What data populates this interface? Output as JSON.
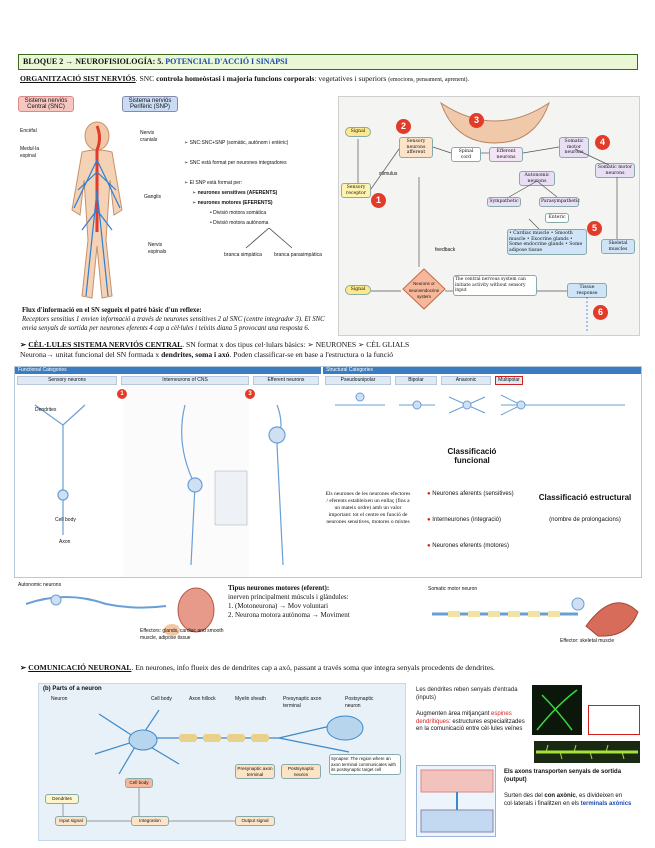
{
  "banner": {
    "prefix": "BLOQUE 2 → NEUROFISIOLOGÍA: 5. ",
    "highlight": "POTENCIAL D'ACCIÓ I SINAPSI"
  },
  "section1": {
    "title": "ORGANITZACIÓ SIST NERVIÓS",
    "text_a": ". SNC ",
    "bold": "controla homeòstasi i majoria funcions corporals",
    "text_b": ": vegetatives i superiors ",
    "small": "(emocions, pensament, aprenent)."
  },
  "ns_figure": {
    "snc_label": "Sistema nerviós Central (SNC)",
    "snp_label": "Sistema nerviós Perifèric (SNP)",
    "encefal": "Encèfal",
    "medulla": "Medul·la espinal",
    "nervis_cranials": "Nervis cranials",
    "ganglis": "Ganglis",
    "nervis_espinals": "Nervis espinals",
    "line1": "➢ SNC:SNC+SNP (somàtic, autònom i entèric)",
    "line2": "➢ SNC està format per neurones integradores",
    "line3": "➢ El SNP està format per:",
    "line4": "➢ neurones sensitives (AFERENTS)",
    "line5": "➢ neurones motores (EFERENTS)",
    "line6": "• Divisió motora somàtica",
    "line7": "• Divisió motora autònoma",
    "branch_a": "branca simpàtica",
    "branch_b": "branca parasimpàtica"
  },
  "reflex": {
    "heading": "Flux d'informació en el SN segueix el patró bàsic d'un reflexe",
    "p1": "Receptors sensitius 1 envien informació a través de neurones sensitives 2 al SNC (centre integrador 3). El SNC envia senyals de sortida per neurones eferents 4 cap a cèl·lules i teixits diana 5 provocant una resposta 6."
  },
  "reflex_diagram": {
    "badges": [
      "1",
      "2",
      "3",
      "4",
      "5",
      "6"
    ],
    "signal": "Signal",
    "sensory_receptor": "Sensory receptor",
    "sensory_neuron": "Sensory neurons afferent",
    "stimulus": "stimulus",
    "spinal_cord": "Spinal cord",
    "efferent": "Efferent neurons",
    "somatic_motor": "Somatic motor neurons",
    "autonomic": "Autonomic neurons",
    "sympathetic": "Sympathetic",
    "parasympathetic": "Parasympathetic",
    "enteric": "Enteric",
    "targets": "• Cardiac muscle • Smooth muscle • Exocrine glands • Some endocrine glands • Some adipose tissue",
    "skeletal": "Skeletal muscles",
    "neuroendocrine": "Neurons or neuroendocrine system",
    "tissue": "Tissue response",
    "feedback": "feedback",
    "signal2": "Signal",
    "note": "The central nervous system can initiate activity without sensory input"
  },
  "section2": {
    "title": "CÈL·LULES SISTEMA NERVIÓS CENTRAL",
    "text_a": ". SN format x dos tipus cel·lulars bàsics: ➢ NEURONES ➢ CÈL GLIALS",
    "line2_a": "Neurona→ unitat funcional del SN formada x ",
    "line2_bold": "dendrites, soma i axó",
    "line2_b": ". Poden classificar-se en base a l'estructura o la funció"
  },
  "neuron_table": {
    "functional": "Functional Categories",
    "structural": "Structural Categories",
    "sensory": "Sensory neurons",
    "interneurons": "Interneurons of CNS",
    "efferent": "Efferent neurons",
    "pseudounipolar": "Pseudounipolar",
    "bipolar": "Bipolar",
    "anaxonic": "Anaxonic",
    "multipolar": "Multipolar",
    "dendrites": "Dendrites",
    "axon": "Axon",
    "cell_body": "Cell body",
    "class_func": "Classificació funcional",
    "class_struct": "Classificació estructural",
    "class_struct_sub": "(nombre de prolongacions)",
    "note_center": "Els neurones de les neurones efectores / eferents estableixen un enllaç (fins a un mateix ordre) amb un valor important: tot el centre en funció de neurones sensitives, motores o mixtes",
    "f1": "Neurones aferents (sensitives)",
    "f2": "Interneurones (integració)",
    "f3": "Neurones eferents (motores)"
  },
  "motor": {
    "heading_a": "Tipus neurones motores (eferent):",
    "line1": "inerven principalment músculs i glàndules:",
    "item1": "1. (Motoneurona) → Mov voluntari",
    "item2": "2. Neurona motora autònoma → Moviment",
    "somatic_label": "Somatic motor neuron",
    "effector_left": "Effectors: glands, cardiac and smooth muscle, adipose tissue",
    "effector_right": "Effector: skeletal muscle",
    "autonomic_label": "Autonomic neurons"
  },
  "section3": {
    "title": "COMUNICACIÓ NEURONAL",
    "text": ". En neurones, info flueix des de dendrites cap a axó, passant a través soma que integra senyals procedents de dendrites."
  },
  "parts_neuron": {
    "title": "(b) Parts of a neuron",
    "neuron": "Neuron",
    "cell_body": "Cell body",
    "axon_hillock": "Axon hillock",
    "myelin": "Myelin sheath",
    "presynaptic": "Presynaptic axon terminal",
    "postsynaptic": "Postsynaptic neuron",
    "dendrites": "Dendrites",
    "input": "Input signal",
    "integration": "Integration",
    "output": "Output signal",
    "cell_body_box": "Cell body",
    "synapse_note": "Synapse: The region where an axon terminal communicates with its postsynaptic target cell"
  },
  "side_notes": {
    "n1": "Les dendrites reben senyals d'entrada (inputs)",
    "n2_a": "Augmenten àrea mitjançant ",
    "n2_red": "espines dendrítiques",
    "n2_b": ": estructures especialitzades en la comunicació entre cèl·lules veïnes",
    "n3": "Els axons transporten senyals de sortida (output)",
    "n4_a": "Surten des del ",
    "n4_b": "con axònic",
    "n4_c": ", es divideixen en col·laterals i finalitzen en els ",
    "n4_blue": "terminals axònics"
  },
  "colors": {
    "banner_bg": "#e9f7d6",
    "accent_red": "#e23b2a",
    "accent_blue": "#1a4ab0",
    "table_blue": "#3b7bbf"
  }
}
